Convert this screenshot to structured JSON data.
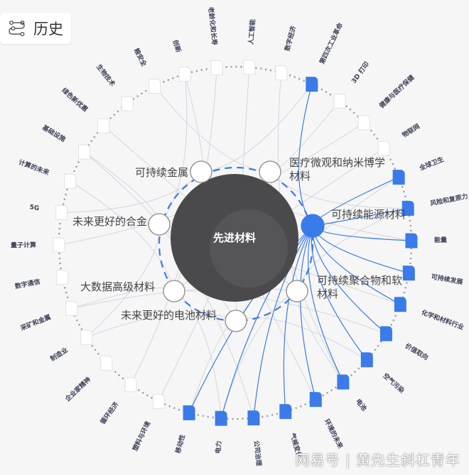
{
  "header": {
    "title": "历史",
    "icon": "timeline-icon"
  },
  "center": {
    "label": "先进材料"
  },
  "colors": {
    "accent": "#3b7be9",
    "link": "#d3d6da",
    "ring": "#9a9a9a",
    "center": "#4a4a4c"
  },
  "inner_nodes": [
    {
      "label": "可持续金属",
      "lines": [
        "可持续金属"
      ],
      "highlighted": false
    },
    {
      "label": "医疗微观和纳米博学材料",
      "lines": [
        "医疗微观和纳米博学",
        "材料"
      ],
      "highlighted": false
    },
    {
      "label": "可持续能源材料",
      "lines": [
        "可持续能源材料"
      ],
      "highlighted": true
    },
    {
      "label": "可持续聚合物和软材料",
      "lines": [
        "可持续聚合物和软",
        "材料"
      ],
      "highlighted": false
    },
    {
      "label": "未来更好的电池材料",
      "lines": [
        "未来更好的电池材料"
      ],
      "highlighted": false
    },
    {
      "label": "大数据高级材料",
      "lines": [
        "大数据高级材料"
      ],
      "highlighted": false
    },
    {
      "label": "未来更好的合金",
      "lines": [
        "未来更好的合金"
      ],
      "highlighted": false
    }
  ],
  "outer_nodes": [
    {
      "label": "老龄化和长寿",
      "highlighted": false
    },
    {
      "label": "人工智能",
      "highlighted": false
    },
    {
      "label": "数字经济",
      "highlighted": false
    },
    {
      "label": "第四次工业革命",
      "highlighted": true
    },
    {
      "label": "3D 打印",
      "highlighted": false
    },
    {
      "label": "健康与医疗保健",
      "highlighted": false
    },
    {
      "label": "物联网",
      "highlighted": false
    },
    {
      "label": "全球卫生",
      "highlighted": true
    },
    {
      "label": "风险和复原力",
      "highlighted": true
    },
    {
      "label": "能量",
      "highlighted": true
    },
    {
      "label": "可持续发展",
      "highlighted": true
    },
    {
      "label": "化学和材料行业",
      "highlighted": true
    },
    {
      "label": "价值取向",
      "highlighted": true
    },
    {
      "label": "空气污染",
      "highlighted": true
    },
    {
      "label": "电池",
      "highlighted": true
    },
    {
      "label": "环境的未来",
      "highlighted": true
    },
    {
      "label": "气候变化",
      "highlighted": true
    },
    {
      "label": "公司治理",
      "highlighted": true
    },
    {
      "label": "电力",
      "highlighted": true
    },
    {
      "label": "移动性",
      "highlighted": true
    },
    {
      "label": "塑料与环境",
      "highlighted": false
    },
    {
      "label": "循环经济",
      "highlighted": false
    },
    {
      "label": "企业家精神",
      "highlighted": false
    },
    {
      "label": "制造业",
      "highlighted": false
    },
    {
      "label": "采矿和金属",
      "highlighted": false
    },
    {
      "label": "数字通信",
      "highlighted": false
    },
    {
      "label": "量子计算",
      "highlighted": false
    },
    {
      "label": "5G",
      "highlighted": false
    },
    {
      "label": "计算的未来",
      "highlighted": false
    },
    {
      "label": "基础设施",
      "highlighted": false
    },
    {
      "label": "绿色新优惠",
      "highlighted": false
    },
    {
      "label": "生物技术",
      "highlighted": false
    },
    {
      "label": "粮安全",
      "highlighted": false
    },
    {
      "label": "创新",
      "highlighted": false
    }
  ],
  "watermark": "网易号 | 黄先生斜杠青年"
}
